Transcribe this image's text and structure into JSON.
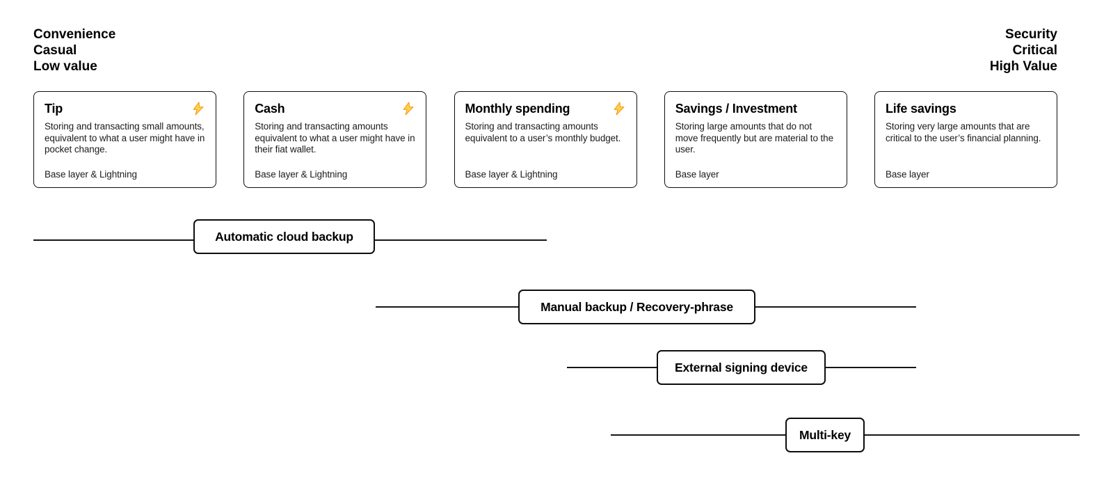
{
  "header": {
    "left": [
      "Convenience",
      "Casual",
      "Low value"
    ],
    "right": [
      "Security",
      "Critical",
      "High Value"
    ]
  },
  "cards": [
    {
      "title": "Tip",
      "description": "Storing and transacting small amounts, equivalent to what a user might have in pocket change.",
      "layers": "Base layer & Lightning",
      "icon": "lightning"
    },
    {
      "title": "Cash",
      "description": "Storing and transacting amounts equivalent to what a user might have in their fiat wallet.",
      "layers": "Base layer & Lightning",
      "icon": "lightning"
    },
    {
      "title": "Monthly spending",
      "description": "Storing and transacting amounts equivalent to a user’s monthly budget.",
      "layers": "Base layer & Lightning",
      "icon": "lightning"
    },
    {
      "title": "Savings / Investment",
      "description": "Storing large amounts that do not move frequently but are material to the user.",
      "layers": "Base layer",
      "icon": null
    },
    {
      "title": "Life savings",
      "description": "Storing very large amounts that are critical to the user’s financial planning.",
      "layers": "Base layer",
      "icon": null
    }
  ],
  "methods": [
    {
      "label": "Automatic cloud backup"
    },
    {
      "label": "Manual backup / Recovery-phrase"
    },
    {
      "label": "External signing device"
    },
    {
      "label": "Multi-key"
    }
  ],
  "colors": {
    "border": "#0d0d0d",
    "line": "#161616",
    "lightning_fill": "#FFD34D",
    "lightning_stroke": "#F59E1B"
  }
}
